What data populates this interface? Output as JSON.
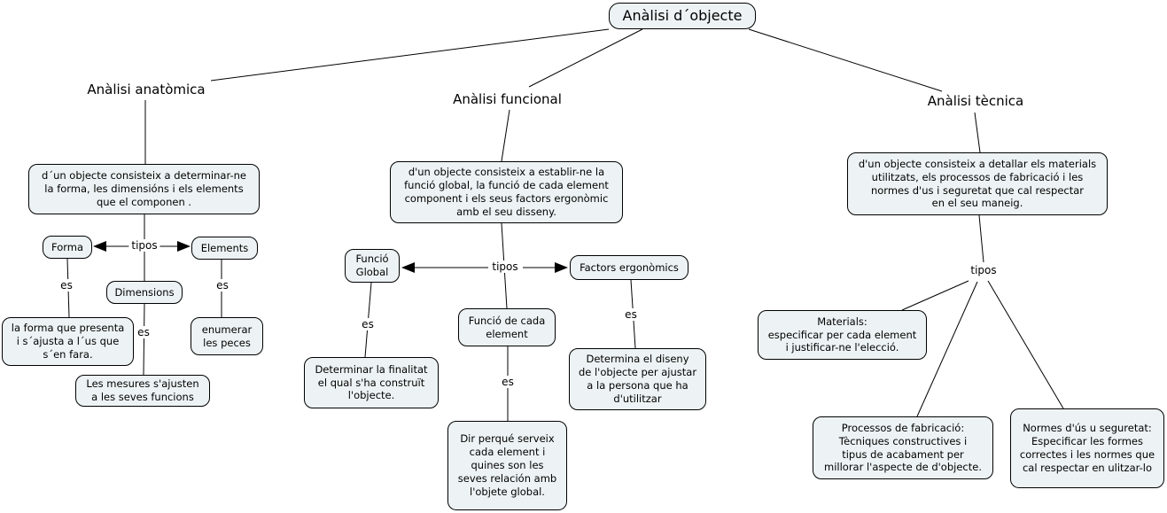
{
  "map": {
    "root": "Anàlisi d´objecte",
    "labels": {
      "tipos": "tipos",
      "es": "es"
    },
    "anatomica": {
      "title": "Anàlisi anatòmica",
      "desc": "d´un objecte consisteix a determinar-ne\nla forma, les dimensións i els elements\nque el componen .",
      "forma": "Forma",
      "dimensions": "Dimensions",
      "elements": "Elements",
      "forma_desc": "la forma que presenta\ni s´ajusta a l´us que\ns´en fara.",
      "dimensions_desc": "Les mesures s'ajusten\na les seves funcions",
      "elements_desc": "enumerar\nles peces"
    },
    "funcional": {
      "title": "Anàlisi funcional",
      "desc": "d'un objecte consisteix a establir-ne la\nfunció global, la funció de cada element\ncomponent i els seus factors ergonòmic\namb el seu disseny.",
      "funcio_global": "Funció\nGlobal",
      "factors": "Factors ergonòmics",
      "funcio_element": "Funció de cada\nelement",
      "funcio_global_desc": "Determinar la finalitat\nel qual s'ha construït\nl'objecte.",
      "funcio_element_desc": "Dir perqué serveix\ncada element i\nquines son les\nseves relación amb\nl'objete global.",
      "factors_desc": "Determina el diseny\nde l'objecte per ajustar\na la persona que ha\nd'utilitzar"
    },
    "tecnica": {
      "title": "Anàlisi tècnica",
      "desc": "d'un objecte consisteix a detallar els materials\nutilitzats, els processos de fabricació i les\nnormes d'us i seguretat que cal respectar\nen el seu maneig.",
      "materials": "Materials:\nespecificar per cada element\ni justificar-ne l'elecció.",
      "processos": "Processos de fabricació:\nTècniques constructives i\ntipus de acabament per\nmillorar l'aspecte de d'objecte.",
      "normes": "Normes d'ús u seguretat:\nEspecificar les formes\ncorrectes i les normes que\ncal respectar en ulitzar-lo"
    },
    "colors": {
      "node_fill": "#edf3f4",
      "node_border": "#000000",
      "line": "#000000",
      "background": "#ffffff"
    }
  }
}
